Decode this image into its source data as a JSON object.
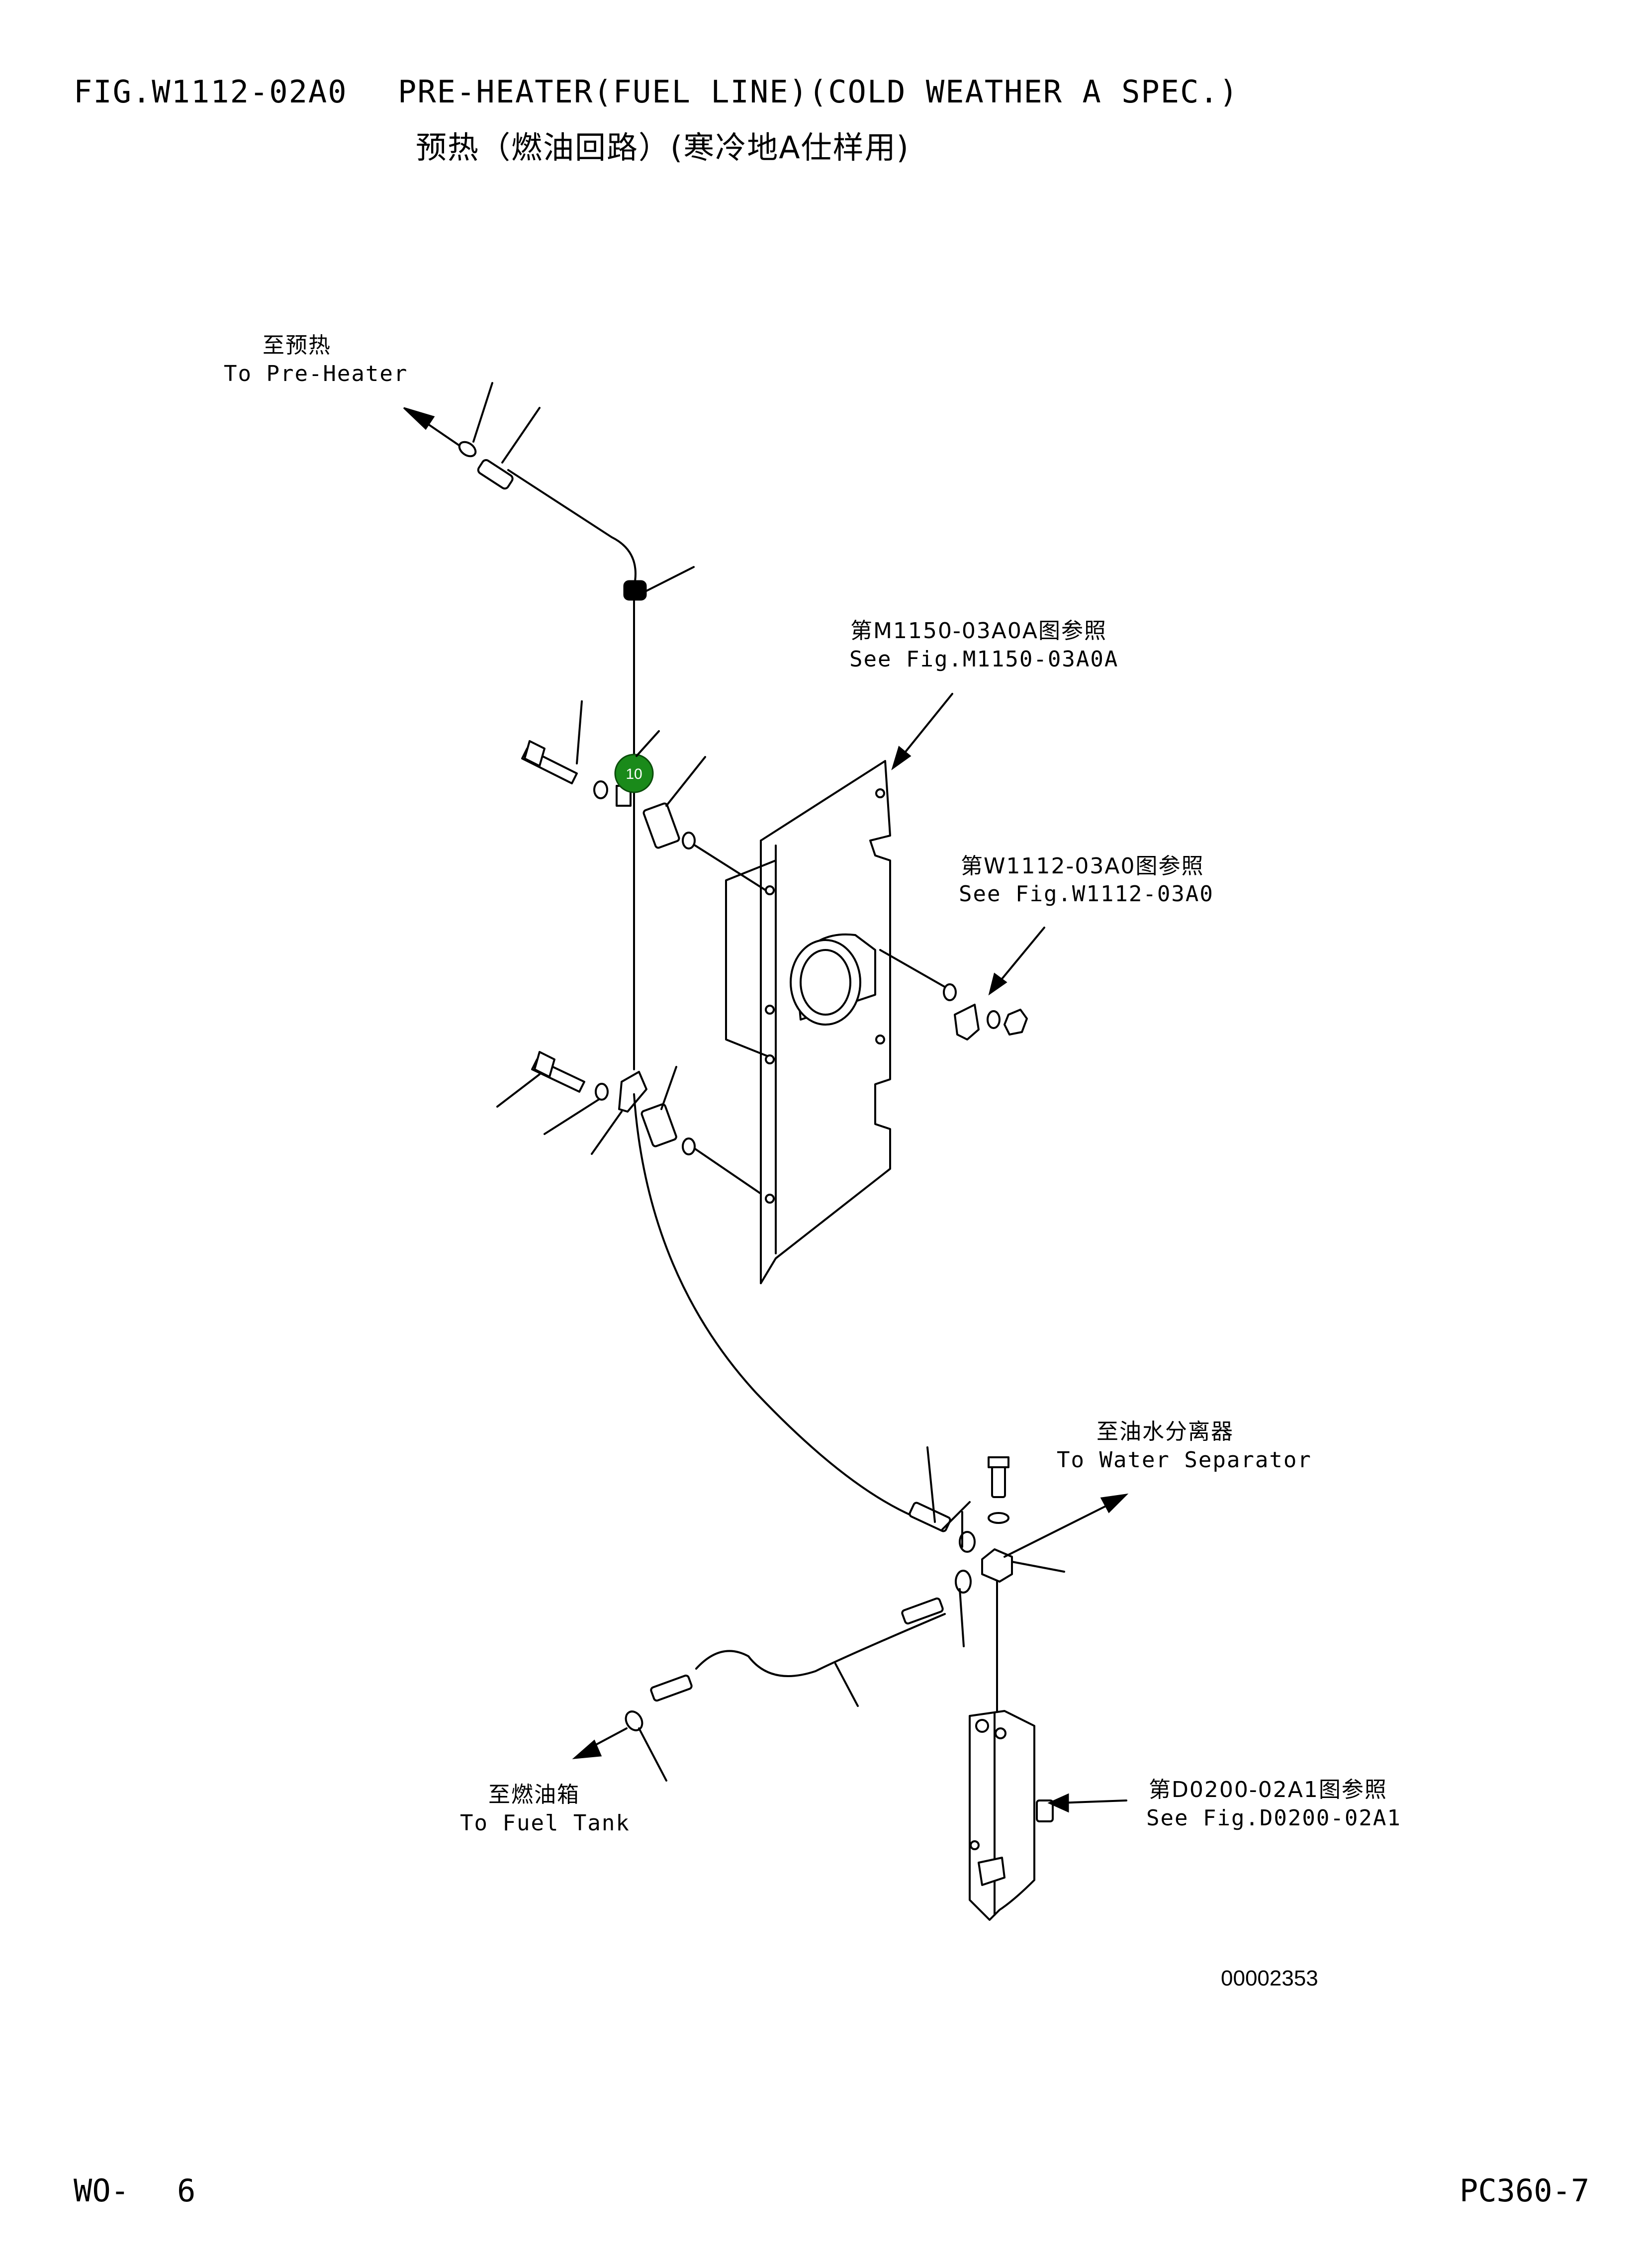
{
  "header": {
    "fig_no": "FIG.W1112-02A0",
    "title_en": "PRE-HEATER(FUEL LINE)(COLD WEATHER A SPEC.)",
    "title_cn": "预热（燃油回路）(寒冷地A仕样用)"
  },
  "callouts": {
    "pre_heater": {
      "cn": "至预热",
      "en": "To Pre-Heater"
    },
    "water_separator": {
      "cn": "至油水分离器",
      "en": "To Water Separator"
    },
    "fuel_tank": {
      "cn": "至燃油箱",
      "en": "To Fuel Tank"
    }
  },
  "references": {
    "m1150": {
      "cn": "第M1150-03A0A图参照",
      "en": "See Fig.M1150-03A0A"
    },
    "w1112": {
      "cn": "第W1112-03A0图参照",
      "en": "See Fig.W1112-03A0"
    },
    "d0200": {
      "cn": "第D0200-02A1图参照",
      "en": "See Fig.D0200-02A1"
    }
  },
  "item_badge": {
    "number": "10",
    "color": "#1a8a1a"
  },
  "drawing_no": "00002353",
  "footer": {
    "page_prefix": "WO-",
    "page_number": "6",
    "model": "PC360-7"
  }
}
